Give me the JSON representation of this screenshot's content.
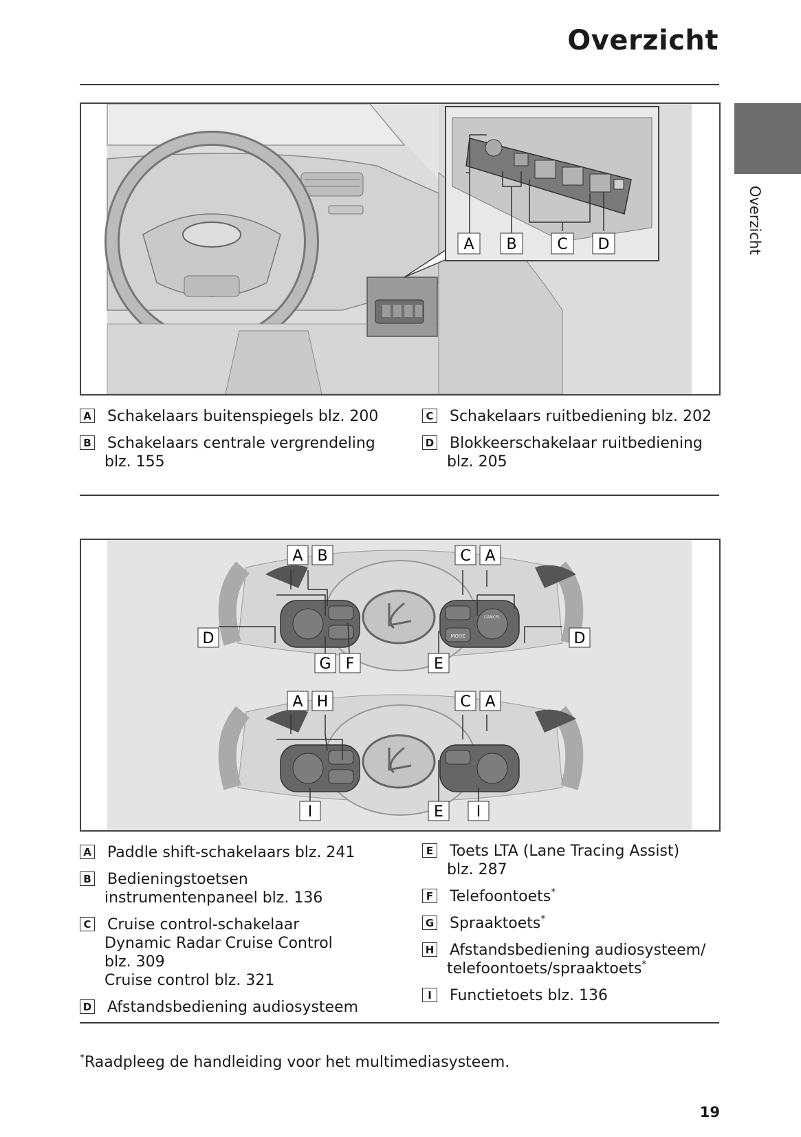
{
  "header": {
    "title": "Overzicht"
  },
  "side_tab": {
    "label": "Overzicht"
  },
  "figure1": {
    "callouts": [
      "A",
      "B",
      "C",
      "D"
    ],
    "legend_left": [
      {
        "letter": "A",
        "lines": [
          "Schakelaars buitenspiegels blz. 200"
        ]
      },
      {
        "letter": "B",
        "lines": [
          "Schakelaars centrale vergrendeling",
          "blz. 155"
        ]
      }
    ],
    "legend_right": [
      {
        "letter": "C",
        "lines": [
          "Schakelaars ruitbediening blz. 202"
        ]
      },
      {
        "letter": "D",
        "lines": [
          "Blokkeerschakelaar ruitbediening",
          "blz. 205"
        ]
      }
    ]
  },
  "figure2": {
    "top_callouts": {
      "a1": "A",
      "b": "B",
      "c": "C",
      "a2": "A",
      "d1": "D",
      "d2": "D",
      "g": "G",
      "f": "F",
      "e": "E"
    },
    "bottom_callouts": {
      "a1": "A",
      "h": "H",
      "c": "C",
      "a2": "A",
      "i1": "I",
      "e": "E",
      "i2": "I"
    },
    "button_text": {
      "mode": "MODE",
      "cancel": "CANCEL"
    },
    "legend_left": [
      {
        "letter": "A",
        "lines": [
          "Paddle shift-schakelaars blz. 241"
        ]
      },
      {
        "letter": "B",
        "lines": [
          "Bedieningstoetsen",
          "instrumentenpaneel blz. 136"
        ]
      },
      {
        "letter": "C",
        "lines": [
          "Cruise control-schakelaar",
          "Dynamic Radar Cruise Control",
          "blz. 309",
          "Cruise control blz. 321"
        ]
      },
      {
        "letter": "D",
        "lines": [
          "Afstandsbediening audiosysteem"
        ]
      }
    ],
    "legend_right": [
      {
        "letter": "E",
        "lines": [
          "Toets LTA (Lane Tracing Assist)",
          "blz. 287"
        ]
      },
      {
        "letter": "F",
        "lines": [
          "Telefoontoets"
        ],
        "star": "*"
      },
      {
        "letter": "G",
        "lines": [
          "Spraaktoets"
        ],
        "star": "*"
      },
      {
        "letter": "H",
        "lines": [
          "Afstandsbediening audiosysteem/",
          "telefoontoets/spraaktoets"
        ],
        "star": "*"
      },
      {
        "letter": "I",
        "lines": [
          "Functietoets blz. 136"
        ]
      }
    ]
  },
  "footnote": {
    "star": "*",
    "text": "Raadpleeg de handleiding voor het multimediasysteem."
  },
  "page_number": "19"
}
